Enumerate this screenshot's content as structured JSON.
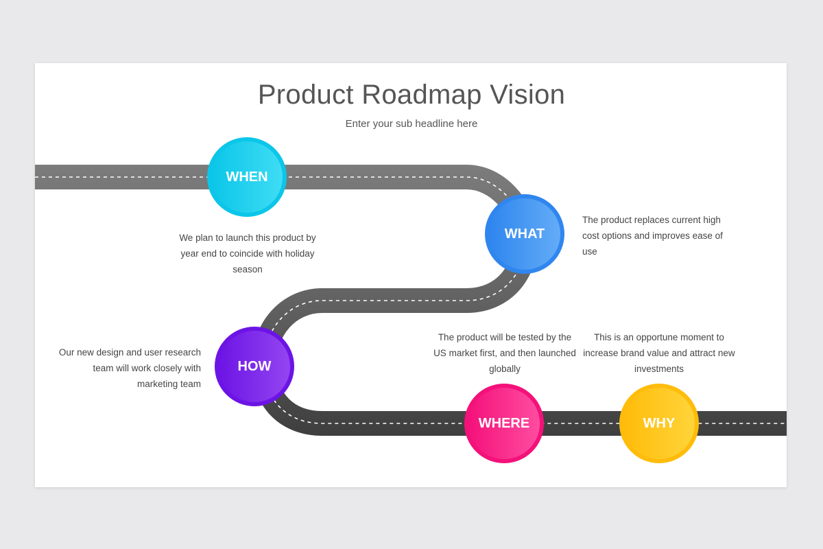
{
  "header": {
    "title": "Product Roadmap Vision",
    "subtitle": "Enter your sub headline here"
  },
  "colors": {
    "road_light": "#7a7a7a",
    "road_mid": "#5f5f5f",
    "road_dark": "#404040",
    "dash": "#ffffff",
    "when": "#0bc6e8",
    "what": "#2f86ee",
    "how": "#6c14e5",
    "where": "#f4117a",
    "why": "#ffbc0a"
  },
  "milestones": [
    {
      "id": "when",
      "label": "WHEN",
      "text": "We plan to launch this product by year end to coincide with holiday season"
    },
    {
      "id": "what",
      "label": "WHAT",
      "text": "The product replaces current high cost options and improves ease of use"
    },
    {
      "id": "how",
      "label": "HOW",
      "text": "Our new design and user research team will work closely with marketing team"
    },
    {
      "id": "where",
      "label": "WHERE",
      "text": "The product will be tested by the US market first, and then launched globally"
    },
    {
      "id": "why",
      "label": "WHY",
      "text": "This is an opportune moment to increase brand value and attract new investments"
    }
  ]
}
